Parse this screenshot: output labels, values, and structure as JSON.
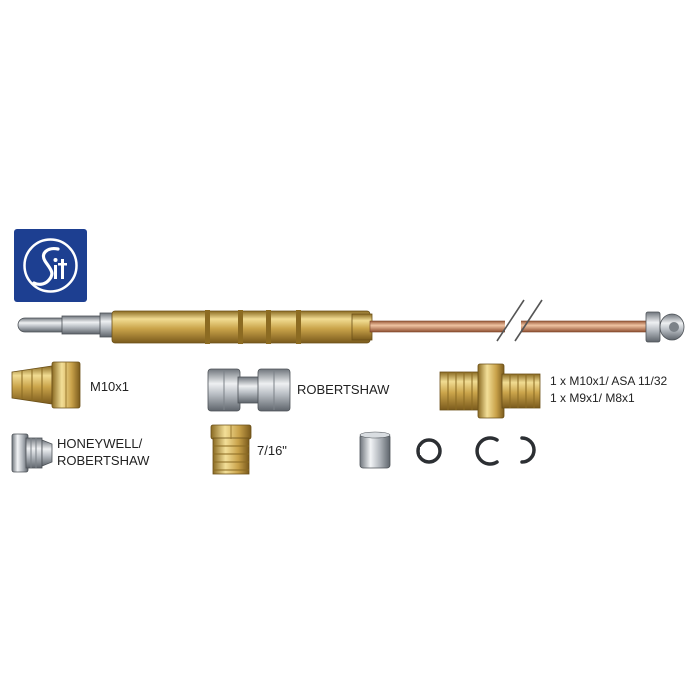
{
  "brand": {
    "logo_name": "SIT",
    "logo_color": "#1d3f91"
  },
  "labels": {
    "m10x1": "M10x1",
    "robertshaw": "ROBERTSHAW",
    "adapter_line1": "1 x  M10x1/ ASA 11/32",
    "adapter_line2": "1 x  M9x1/ M8x1",
    "honeywell_line1": "HONEYWELL/",
    "honeywell_line2": "ROBERTSHAW",
    "size_7_16": "7/16\""
  },
  "colors": {
    "brass": "#d2b25a",
    "copper": "#c98a66",
    "steel": "#a8adb3"
  }
}
